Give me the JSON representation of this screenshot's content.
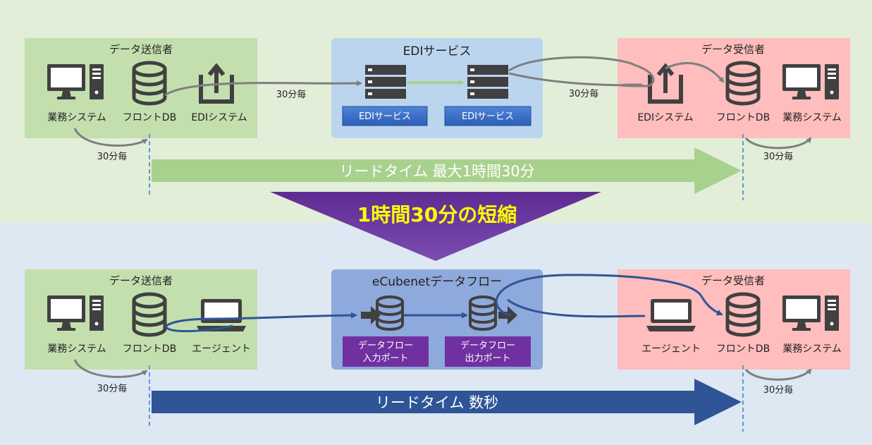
{
  "top": {
    "sender": {
      "title": "データ送信者",
      "labels": [
        "業務システム",
        "フロントDB",
        "EDIシステム"
      ]
    },
    "edi": {
      "title": "EDIサービス",
      "buttons": [
        "EDIサービス",
        "EDIサービス"
      ]
    },
    "receiver": {
      "title": "データ受信者",
      "labels": [
        "EDIシステム",
        "フロントDB",
        "業務システム"
      ]
    },
    "intervals": [
      "30分毎",
      "30分毎",
      "30分毎",
      "30分毎"
    ],
    "leadtime": "リードタイム 最大1時間30分"
  },
  "middle": {
    "reduction": "1時間30分の短縮"
  },
  "bottom": {
    "sender": {
      "title": "データ送信者",
      "labels": [
        "業務システム",
        "フロントDB",
        "エージェント"
      ]
    },
    "flow": {
      "title": "eCubenetデータフロー",
      "ports": [
        [
          "データフロー",
          "入力ポート"
        ],
        [
          "データフロー",
          "出力ポート"
        ]
      ]
    },
    "receiver": {
      "title": "データ受信者",
      "labels": [
        "エージェント",
        "フロントDB",
        "業務システム"
      ]
    },
    "intervals": [
      "30分毎",
      "30分毎"
    ],
    "leadtime": "リードタイム 数秒"
  },
  "colors": {
    "top_bg": "#E3EED9",
    "bottom_bg": "#DDE8F3",
    "sender_box": "#C3DFAE",
    "edi_box": "#BCD5EE",
    "flow_box": "#8EA9DB",
    "receiver_box": "#FFBDBD",
    "green_arrow": "#A9D18E",
    "blue_arrow": "#2F5597",
    "purple": "#7030A0",
    "reduction_text": "#FFFF00",
    "icon": "#404040"
  }
}
